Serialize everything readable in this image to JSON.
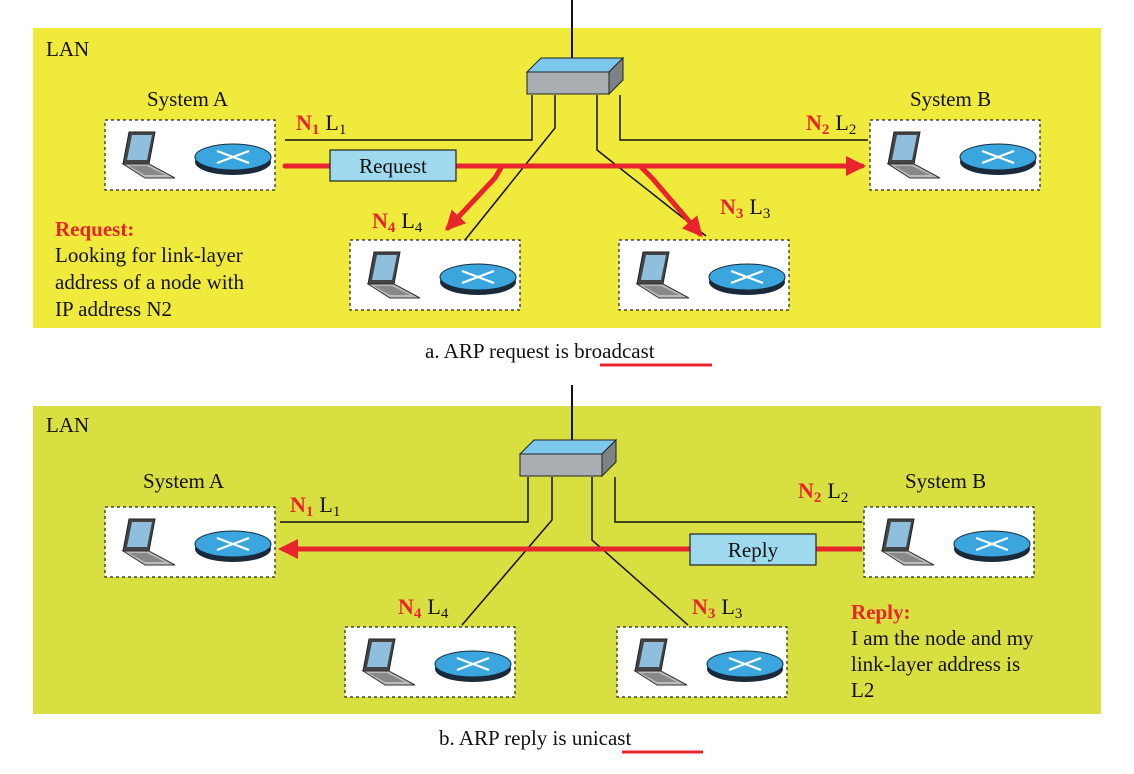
{
  "colors": {
    "panel_a_bg": "#f0ea3c",
    "panel_b_bg": "#d8df40",
    "arrow": "#e8242c",
    "label_red": "#e8242c",
    "packet_fill": "#9ed9ee",
    "switch_top": "#7cc8ec",
    "nic_fill": "#3aa6dd"
  },
  "panel_a": {
    "lan_label": "LAN",
    "system_a_title": "System A",
    "system_b_title": "System B",
    "packet_label": "Request",
    "nodes": {
      "n1": {
        "n": "N",
        "n_sub": "1",
        "l": "L",
        "l_sub": "1"
      },
      "n2": {
        "n": "N",
        "n_sub": "2",
        "l": "L",
        "l_sub": "2"
      },
      "n3": {
        "n": "N",
        "n_sub": "3",
        "l": "L",
        "l_sub": "3"
      },
      "n4": {
        "n": "N",
        "n_sub": "4",
        "l": "L",
        "l_sub": "4"
      }
    },
    "note_title": "Request:",
    "note_lines": [
      "Looking for link-layer",
      "address of a node with",
      "IP address N2"
    ],
    "caption_prefix": "a. ARP request is ",
    "caption_emph": "broadcast"
  },
  "panel_b": {
    "lan_label": "LAN",
    "system_a_title": "System A",
    "system_b_title": "System B",
    "packet_label": "Reply",
    "nodes": {
      "n1": {
        "n": "N",
        "n_sub": "1",
        "l": "L",
        "l_sub": "1"
      },
      "n2": {
        "n": "N",
        "n_sub": "2",
        "l": "L",
        "l_sub": "2"
      },
      "n3": {
        "n": "N",
        "n_sub": "3",
        "l": "L",
        "l_sub": "3"
      },
      "n4": {
        "n": "N",
        "n_sub": "4",
        "l": "L",
        "l_sub": "4"
      }
    },
    "note_title": "Reply:",
    "note_lines": [
      "I am the node and my",
      "link-layer address is",
      "L2"
    ],
    "caption_prefix": "b. ARP reply is ",
    "caption_emph": "unicast"
  }
}
